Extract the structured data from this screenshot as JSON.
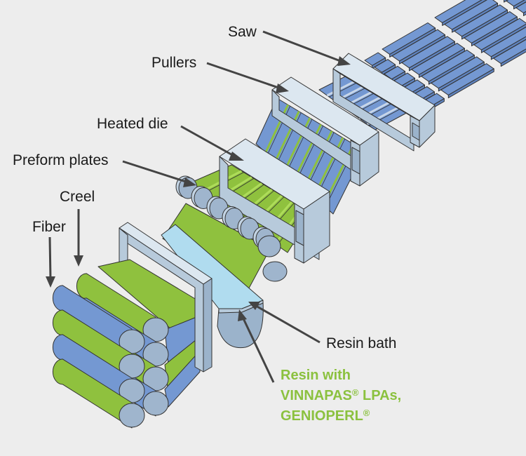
{
  "diagram": {
    "title": "Pultrusion process",
    "labels": {
      "saw": "Saw",
      "pullers": "Pullers",
      "heated_die": "Heated die",
      "preform_plates": "Preform plates",
      "creel": "Creel",
      "fiber": "Fiber",
      "resin_bath": "Resin bath"
    },
    "resin_note": {
      "line1": "Resin with",
      "line2_main": "VINNAPAS",
      "line2_reg": "®",
      "line2_rest": " LPAs,",
      "line3_main": "GENIOPERL",
      "line3_reg": "®"
    },
    "colors": {
      "background": "#ededed",
      "fiber_blue": "#7498d2",
      "fiber_green": "#8fc13e",
      "frame_light": "#dce7f0",
      "frame_mid": "#b7cadb",
      "roller": "#9fb5cd",
      "resin": "#b0dcef",
      "label_text": "#1a1a1a",
      "accent_text": "#8bc13f",
      "arrow": "#444444"
    }
  }
}
